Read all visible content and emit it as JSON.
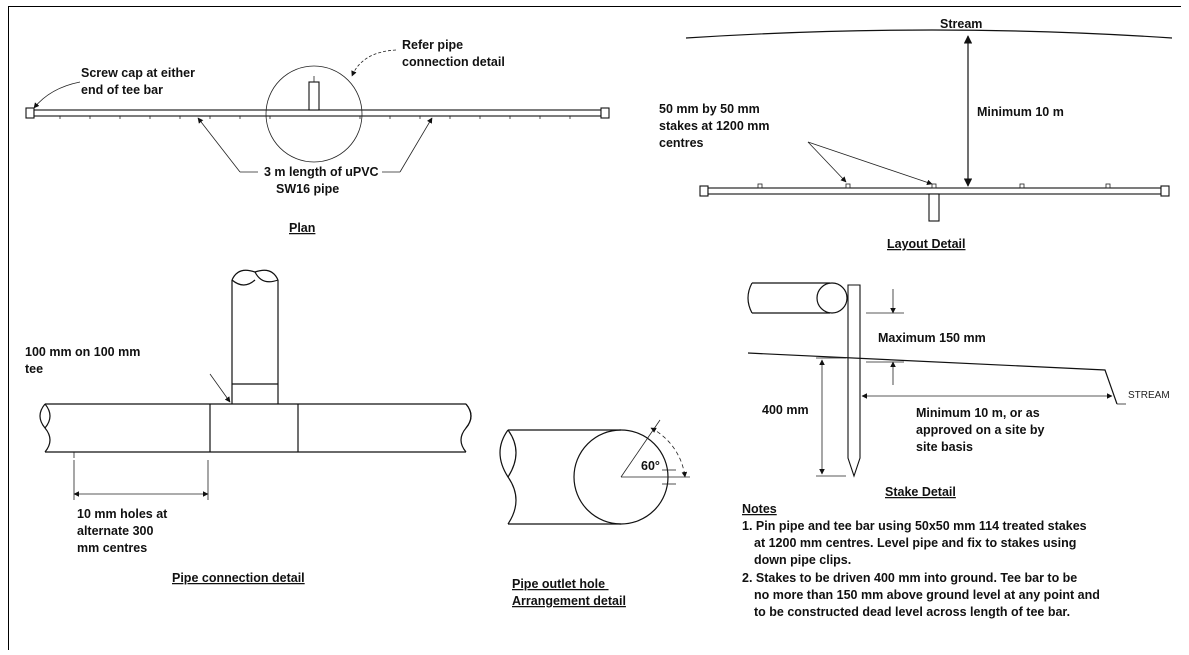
{
  "plan": {
    "title": "Plan",
    "callout_cap": [
      "Screw cap at either",
      "end of tee bar"
    ],
    "callout_refer": [
      "Refer pipe",
      "connection detail"
    ],
    "callout_pipe": [
      "3 m length of uPVC",
      "SW16 pipe"
    ]
  },
  "layout": {
    "title": "Layout Detail",
    "stream_label": "Stream",
    "min_label": "Minimum 10 m",
    "stakes_label": [
      "50 mm by 50 mm",
      "stakes at 1200 mm",
      "centres"
    ]
  },
  "pipe_connection": {
    "title": "Pipe connection detail",
    "tee_label": [
      "100 mm on 100 mm",
      "tee"
    ],
    "holes_label": [
      "10 mm holes at",
      "alternate 300",
      "mm centres"
    ]
  },
  "outlet": {
    "title_lines": [
      "Pipe outlet hole",
      "Arrangement detail"
    ],
    "angle_label": "60°"
  },
  "stake": {
    "title": "Stake Detail",
    "max_label": "Maximum 150 mm",
    "depth_label": "400 mm",
    "min_label": [
      "Minimum 10 m, or as",
      "approved on a site by",
      "site basis"
    ],
    "stream_label": "STREAM"
  },
  "notes": {
    "heading": "Notes",
    "lines": [
      "1. Pin pipe and tee bar using 50x50 mm 114 treated stakes",
      "at 1200 mm centres. Level pipe and fix to stakes using",
      "down pipe clips.",
      "2. Stakes to be driven 400 mm into ground. Tee bar to be",
      "no more than 150 mm above ground level at any point and",
      "to be constructed dead level across length of tee bar."
    ]
  }
}
